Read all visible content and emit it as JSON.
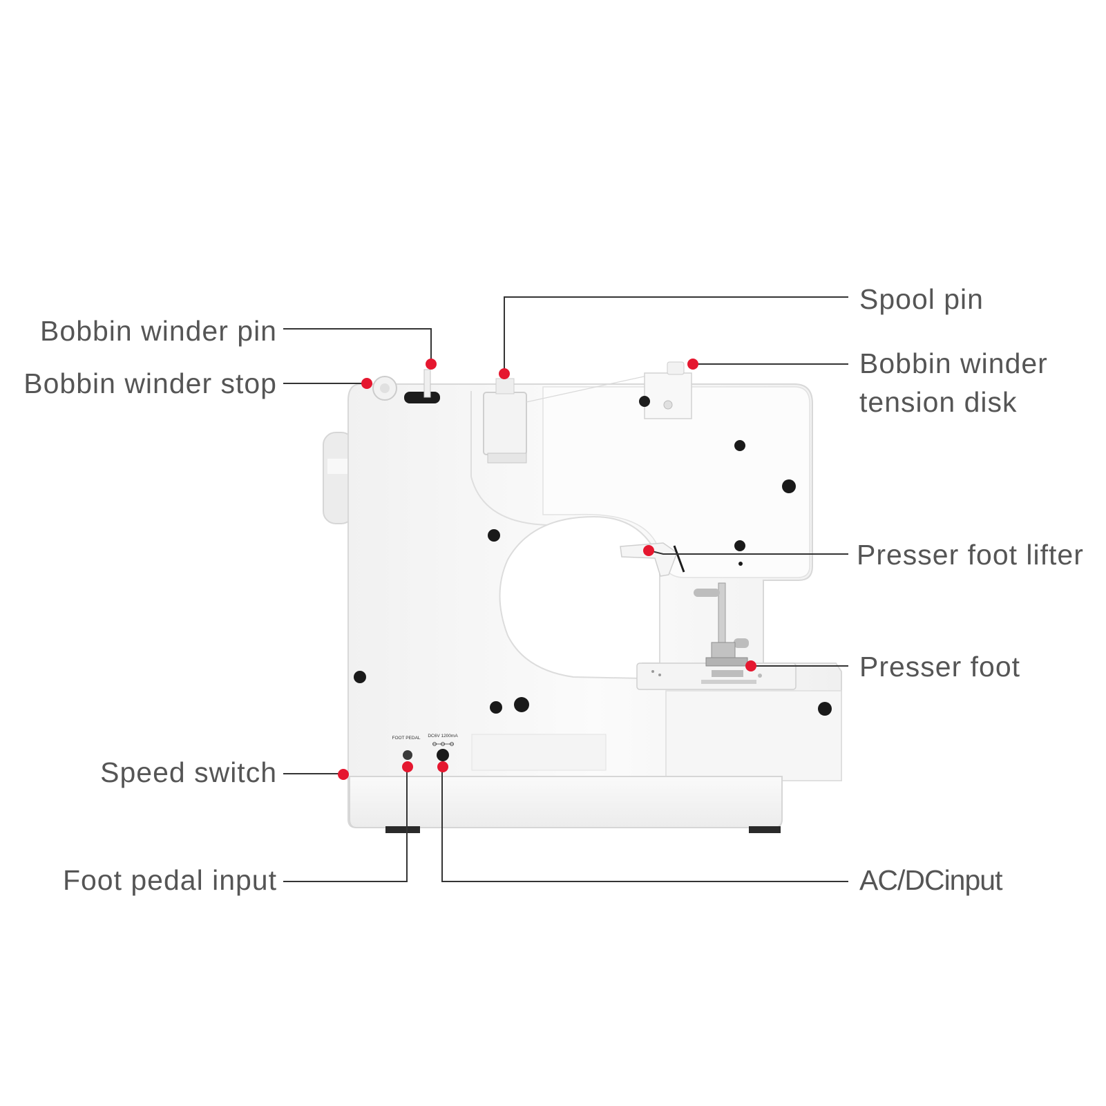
{
  "colors": {
    "background": "#ffffff",
    "label_text": "#555555",
    "leader_line": "#333333",
    "marker": "#e5172f",
    "machine_body": "#f7f7f7",
    "machine_outline": "#d8d8d8",
    "hole": "#1a1a1a"
  },
  "labels": {
    "bobbin_winder_pin": "Bobbin winder pin",
    "bobbin_winder_stop": "Bobbin winder stop",
    "spool_pin": "Spool pin",
    "bobbin_winder_tension_disk_line1": "Bobbin winder",
    "bobbin_winder_tension_disk_line2": "tension disk",
    "presser_foot_lifter": "Presser foot lifter",
    "presser_foot": "Presser foot",
    "speed_switch": "Speed switch",
    "foot_pedal_input": "Foot pedal input",
    "ac_dc_input": "AC/DCinput"
  },
  "machine_print": {
    "foot_pedal": "FOOT PEDAL",
    "power_rating": "DC6V 1200mA"
  }
}
